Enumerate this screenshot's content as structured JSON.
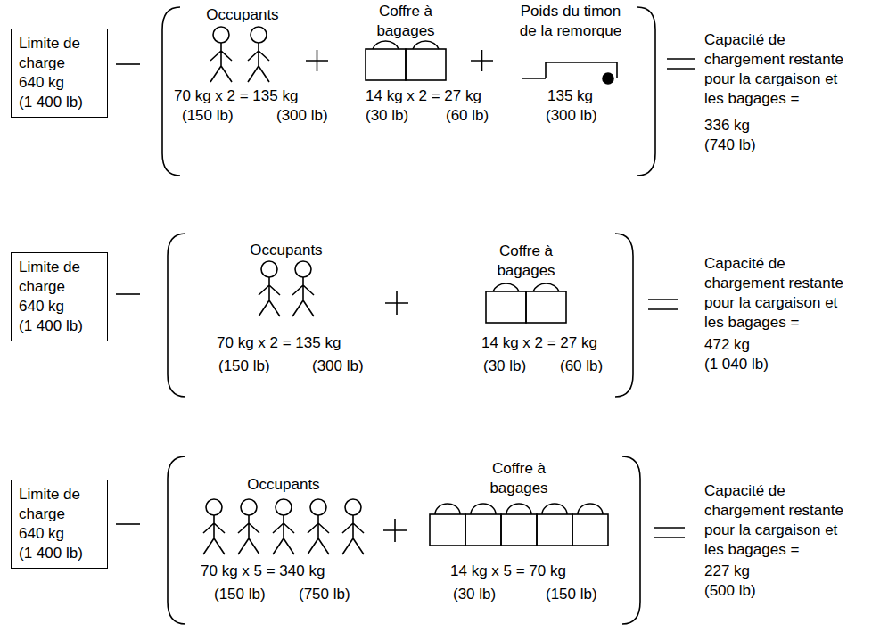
{
  "diagram": {
    "nodes": [
      {
        "text": [
          "Limite de charge",
          "640 kg",
          "(1 400 lb)"
        ]
      },
      {
        "text": [
          "Limite de charge",
          "640 kg",
          "(1 400 lb)"
        ]
      },
      {
        "text": [
          "Limite de charge",
          "640 kg",
          "(1 400 lb)"
        ]
      }
    ],
    "labels": [
      "Occupants",
      "70 kg x 2 = 135 kg",
      "(150 lb)",
      "(300 lb)",
      "Coffre à bagages",
      "14 kg x 2 = 27 kg",
      "(30 lb)",
      "(60 lb)",
      "Poids du timon de la remorque",
      "135 kg",
      "(300 lb)",
      "Capacité de chargement restante pour la cargaison et les bagages =",
      "336 kg",
      "(740 lb)",
      "Occupants",
      "70 kg x 2 = 135 kg",
      "(150 lb)",
      "(300 lb)",
      "Coffre à bagages",
      "14 kg x 2 = 27 kg",
      "(30 lb)",
      "(60 lb)",
      "Capacité de chargement restante pour la cargaison et les bagages =",
      "472 kg",
      "(1 040 lb)",
      "Occupants",
      "70 kg x 5 = 340 kg",
      "(150 lb)",
      "(750 lb)",
      "Coffre à bagages",
      "14 kg x 5 = 70 kg",
      "(30 lb)",
      "(150 lb)",
      "Capacité de chargement restante pour la cargaison et les bagages =",
      "227 kg",
      "(500 lb)"
    ]
  }
}
